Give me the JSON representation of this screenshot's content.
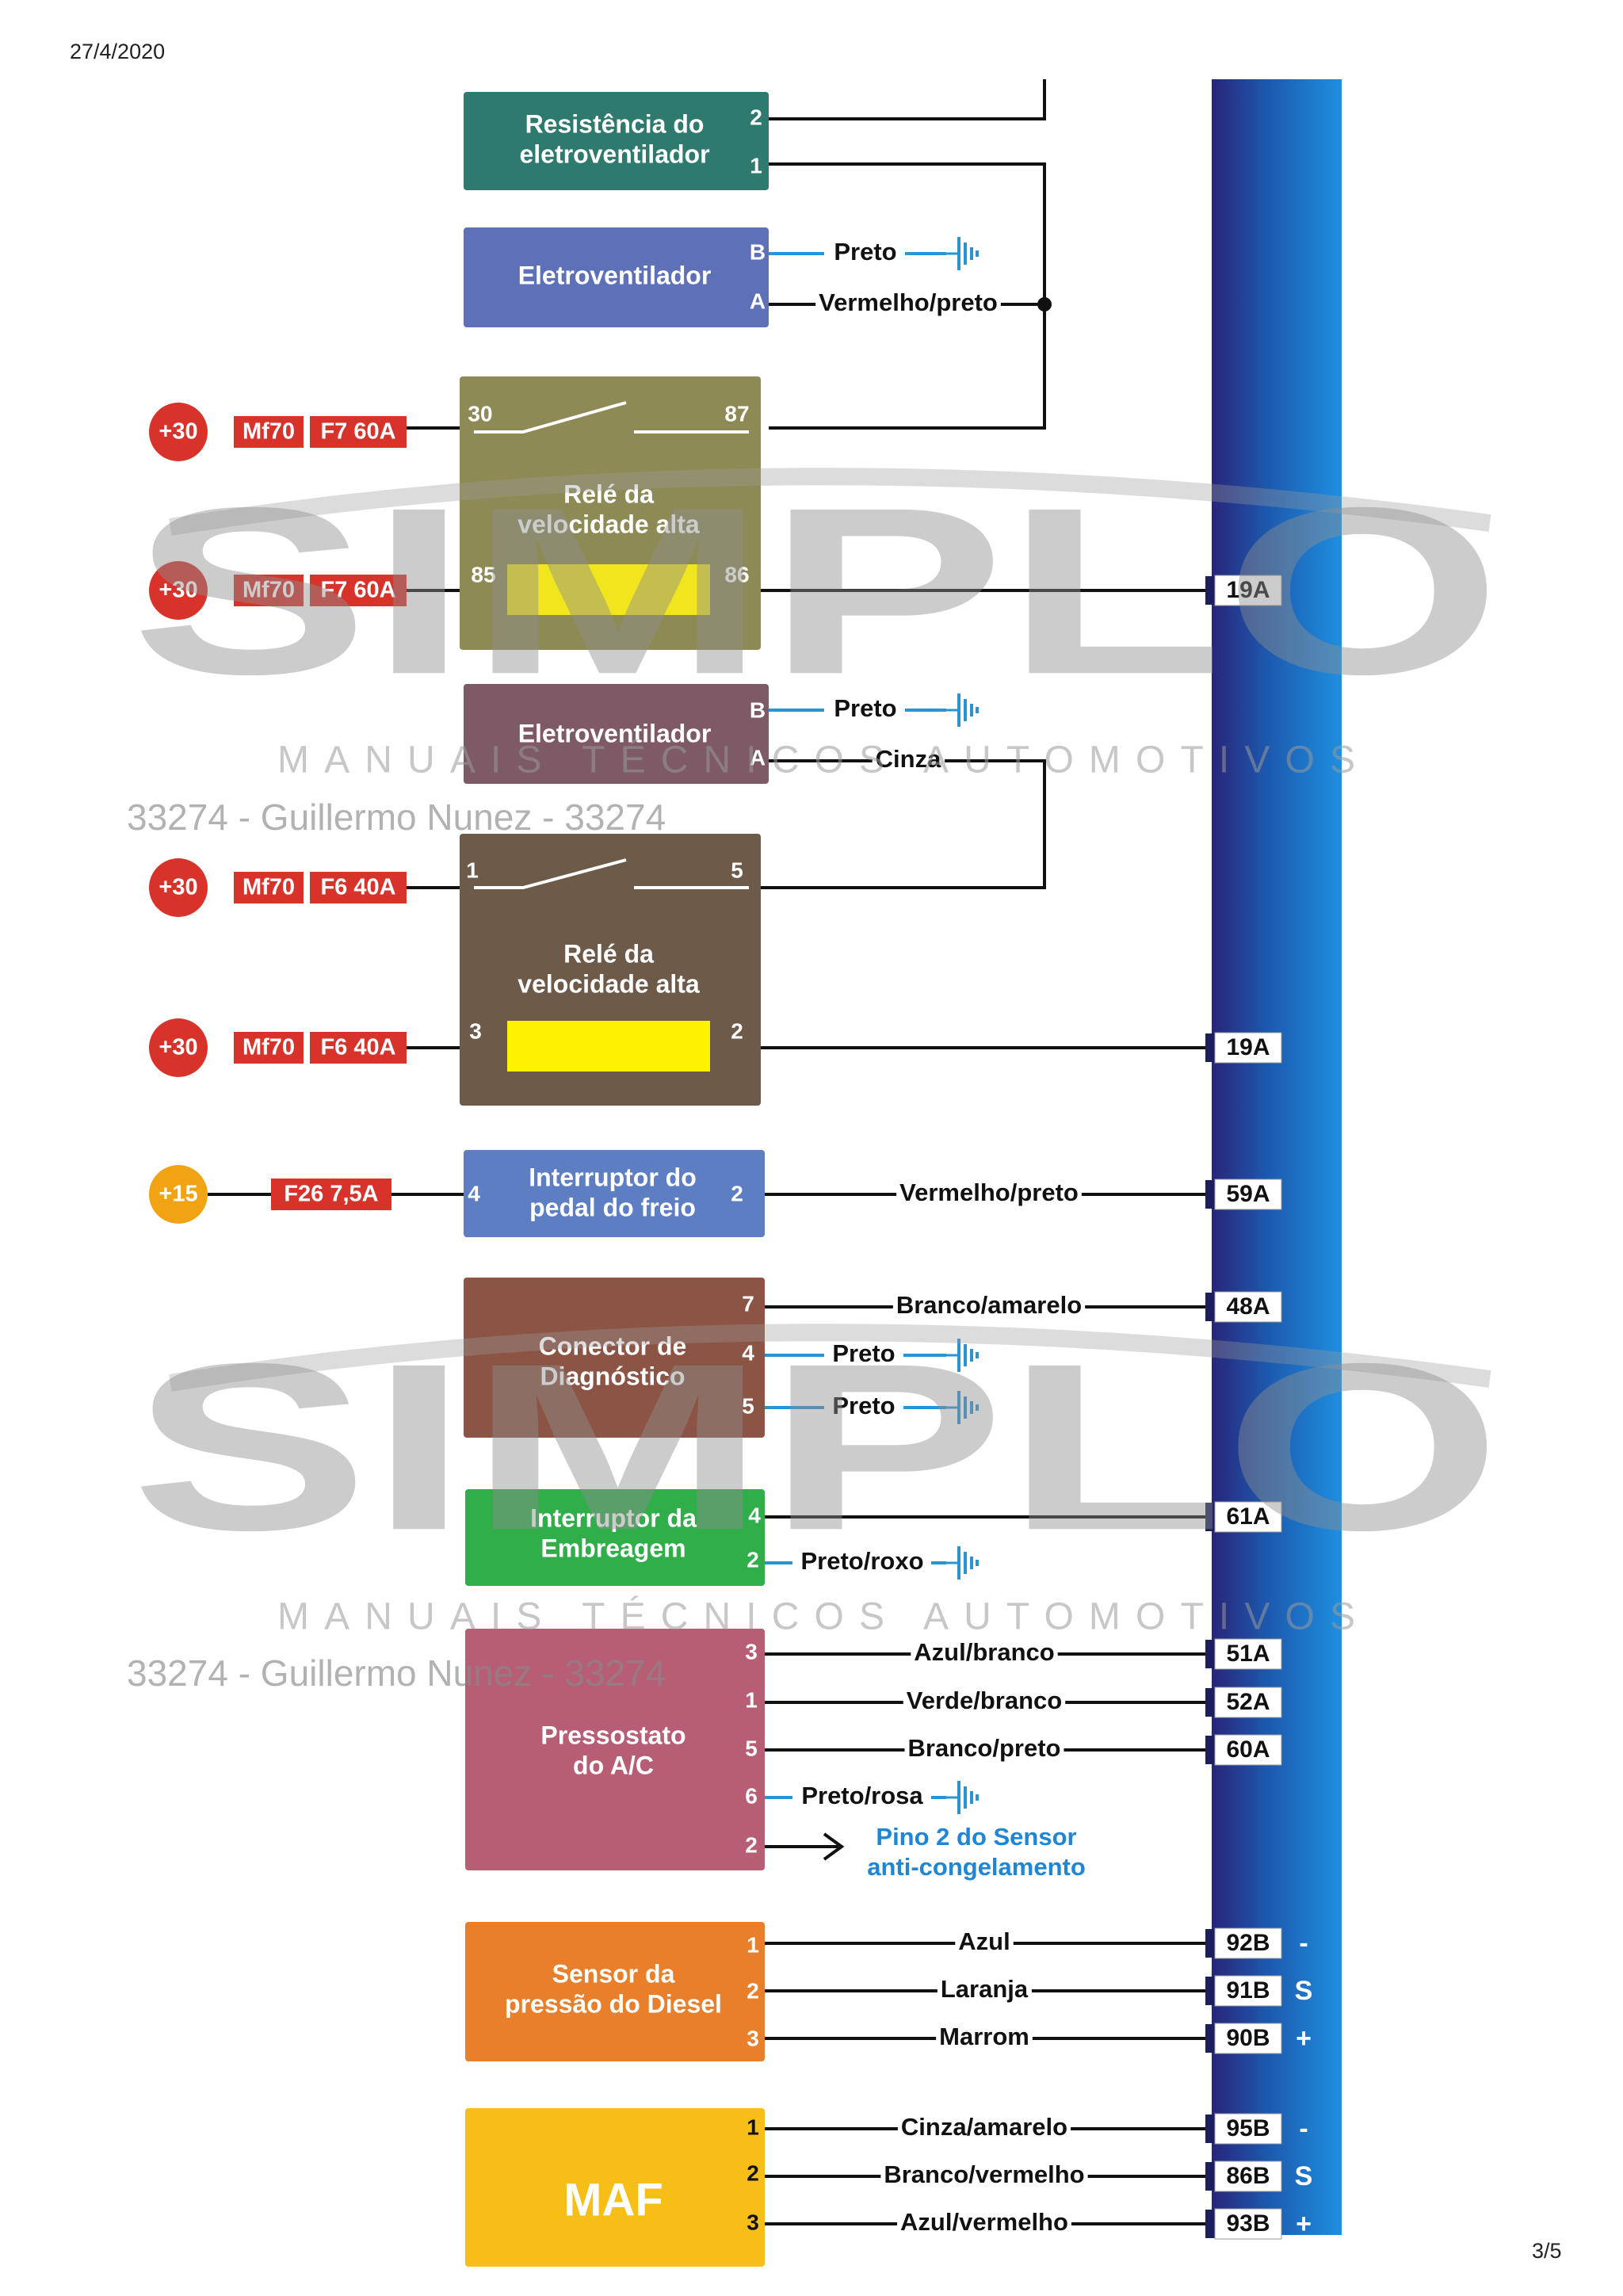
{
  "header": {
    "date": "27/4/2020",
    "page": "3/5"
  },
  "watermark": {
    "brand": "SIMPLO",
    "tagline": "MANUAIS TÉCNICOS AUTOMOTIVOS",
    "user": "33274 - Guillermo Nunez - 33274"
  },
  "colors": {
    "bus_dark": "#27267a",
    "bus_blue": "#1f86d6",
    "fuse_red": "#d8332b",
    "ground_blue": "#2a93d1",
    "plus15_orange": "#f2a314"
  },
  "components": [
    {
      "id": "resistencia",
      "label": [
        "Resistência do",
        "eletroventilador"
      ],
      "color": "#2f7a6e",
      "pins": [
        "2",
        "1"
      ]
    },
    {
      "id": "eletro1",
      "label": [
        "Eletroventilador"
      ],
      "color": "#5e71b8",
      "pins": [
        "B",
        "A"
      ]
    },
    {
      "id": "rele1",
      "label": [
        "Relé da",
        "velocidade alta"
      ],
      "color": "#8e8a55",
      "pins": [
        "30",
        "87",
        "85",
        "86"
      ]
    },
    {
      "id": "eletro2",
      "label": [
        "Eletroventilador"
      ],
      "color": "#7d5a66",
      "pins": [
        "B",
        "A"
      ]
    },
    {
      "id": "rele2",
      "label": [
        "Relé da",
        "velocidade alta"
      ],
      "color": "#6d5a49",
      "pins": [
        "1",
        "5",
        "3",
        "2"
      ]
    },
    {
      "id": "interruptor_freio",
      "label": [
        "Interruptor do",
        "pedal do freio"
      ],
      "color": "#5e7ec3",
      "pins": [
        "4",
        "2"
      ]
    },
    {
      "id": "conector_diag",
      "label": [
        "Conector de",
        "Diagnóstico"
      ],
      "color": "#8b5444",
      "pins": [
        "7",
        "4",
        "5"
      ]
    },
    {
      "id": "embreagem",
      "label": [
        "Interruptor da",
        "Embreagem"
      ],
      "color": "#2fae4a",
      "pins": [
        "4",
        "2"
      ]
    },
    {
      "id": "pressostato",
      "label": [
        "Pressostato",
        "do A/C"
      ],
      "color": "#b75e75",
      "pins": [
        "3",
        "1",
        "5",
        "6",
        "2"
      ]
    },
    {
      "id": "sensor_diesel",
      "label": [
        "Sensor da",
        "pressão do Diesel"
      ],
      "color": "#e97f2b",
      "pins": [
        "1",
        "2",
        "3"
      ]
    },
    {
      "id": "maf",
      "label": [
        "MAF"
      ],
      "color": "#f6be17",
      "pins": [
        "1",
        "2",
        "3"
      ]
    }
  ],
  "supplies": [
    {
      "id": "s1",
      "source": "+30",
      "fuse1": "Mf70",
      "fuse2": "F7 60A"
    },
    {
      "id": "s2",
      "source": "+30",
      "fuse1": "Mf70",
      "fuse2": "F7 60A"
    },
    {
      "id": "s3",
      "source": "+30",
      "fuse1": "Mf70",
      "fuse2": "F6 40A"
    },
    {
      "id": "s4",
      "source": "+30",
      "fuse1": "Mf70",
      "fuse2": "F6 40A"
    },
    {
      "id": "s5",
      "source": "+15",
      "fuse2": "F26 7,5A"
    }
  ],
  "wires": {
    "w_eletro1_b": "Preto",
    "w_eletro1_a": "Vermelho/preto",
    "w_eletro2_b": "Preto",
    "w_eletro2_a": "Cinza",
    "w_freio": "Vermelho/preto",
    "w_diag7": "Branco/amarelo",
    "w_diag4": "Preto",
    "w_diag5": "Preto",
    "w_emb2": "Preto/roxo",
    "w_p3": "Azul/branco",
    "w_p1": "Verde/branco",
    "w_p5": "Branco/preto",
    "w_p6": "Preto/rosa",
    "w_d1": "Azul",
    "w_d2": "Laranja",
    "w_d3": "Marrom",
    "w_m1": "Cinza/amarelo",
    "w_m2": "Branco/vermelho",
    "w_m3": "Azul/vermelho"
  },
  "ecu_pins": [
    "19A",
    "19A",
    "59A",
    "48A",
    "61A",
    "51A",
    "52A",
    "60A",
    "92B",
    "91B",
    "90B",
    "95B",
    "86B",
    "93B"
  ],
  "pin_marks": [
    "-",
    "S",
    "+",
    "-",
    "S",
    "+"
  ],
  "note": [
    "Pino 2 do Sensor",
    "anti-congelamento"
  ]
}
